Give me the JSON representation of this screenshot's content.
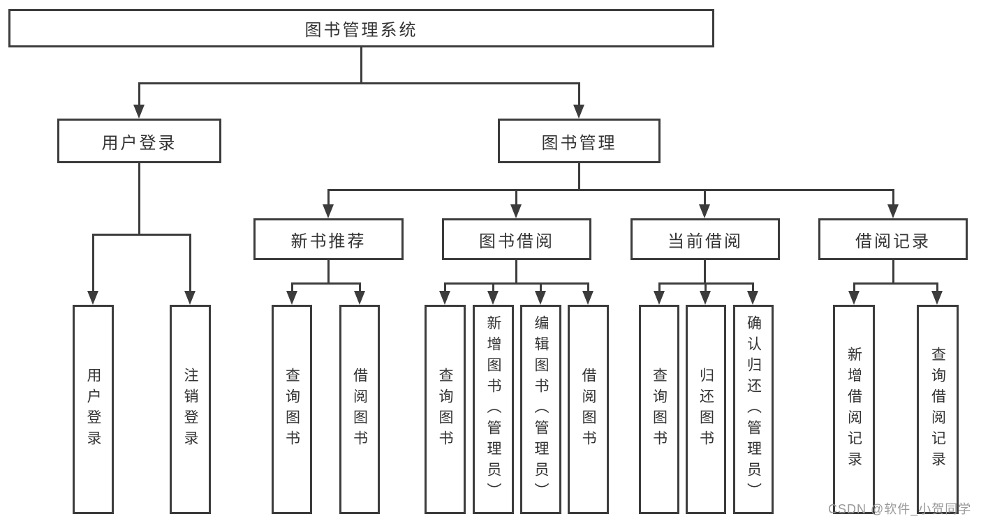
{
  "nodes": {
    "root": "图书管理系统",
    "userLogin": "用户登录",
    "bookMgmt": "图书管理",
    "newBook": "新书推荐",
    "bookBorrow": "图书借阅",
    "currentBorrow": "当前借阅",
    "borrowRecord": "借阅记录"
  },
  "leaves": {
    "userLogin": [
      "用户登录",
      "注销登录"
    ],
    "newBook": [
      "查询图书",
      "借阅图书"
    ],
    "bookBorrow": [
      "查询图书",
      "新增图书（管理员）",
      "编辑图书（管理员）",
      "借阅图书"
    ],
    "currentBorrow": [
      "查询图书",
      "归还图书",
      "确认归还（管理员）"
    ],
    "borrowRecord": [
      "新增借阅记录",
      "查询借阅记录"
    ]
  },
  "watermark": "CSDN @软件_小贺同学",
  "colors": {
    "line": "#3c3c3c",
    "text": "#333333",
    "watermark": "#9a9a9a",
    "background": "#ffffff"
  }
}
